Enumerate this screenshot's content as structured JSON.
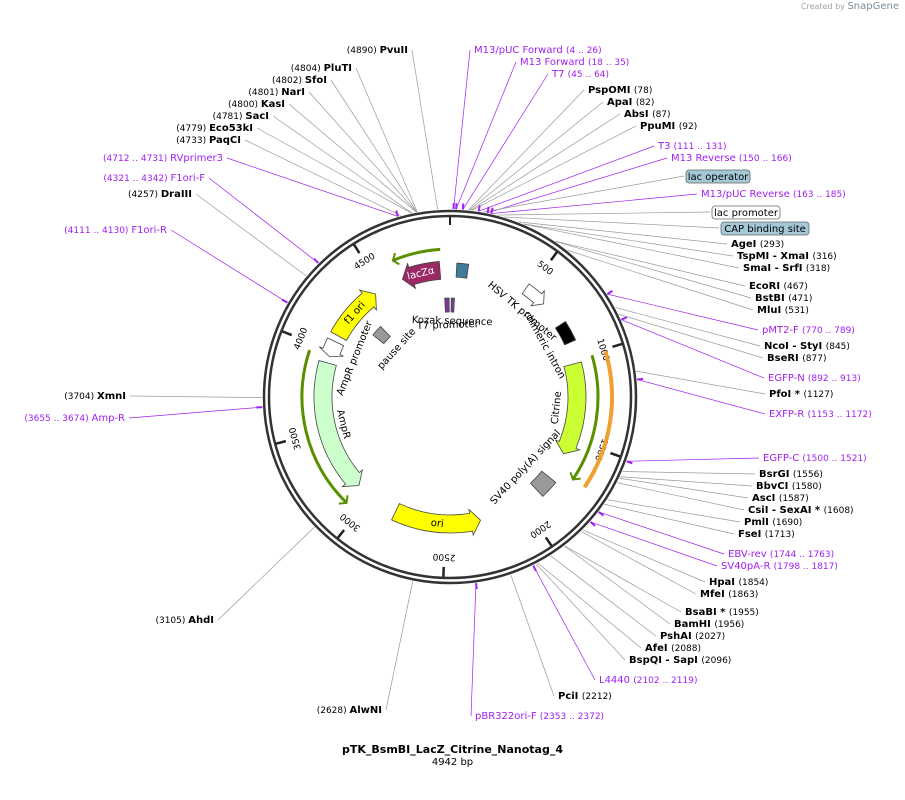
{
  "branding": {
    "created_by": "Created by",
    "product": "SnapGene"
  },
  "plasmid": {
    "name": "pTK_BsmBI_LacZ_Citrine_Nanotag_4",
    "length": 4942,
    "length_label": "4942 bp"
  },
  "ticks": [
    {
      "bp": 500,
      "label": "500"
    },
    {
      "bp": 1000,
      "label": "1000"
    },
    {
      "bp": 1500,
      "label": "1500"
    },
    {
      "bp": 2000,
      "label": "2000"
    },
    {
      "bp": 2500,
      "label": "2500"
    },
    {
      "bp": 3000,
      "label": "3000"
    },
    {
      "bp": 3500,
      "label": "3500"
    },
    {
      "bp": 4000,
      "label": "4000"
    },
    {
      "bp": 4500,
      "label": "4500"
    }
  ],
  "features": [
    {
      "name": "lacZα",
      "start": 4640,
      "end": 4880,
      "strand": -1,
      "color": "#9b2a64",
      "ring": "inner",
      "label": "lacZα"
    },
    {
      "name": "f1 ori",
      "start": 4100,
      "end": 4450,
      "strand": 1,
      "color": "#ffff00",
      "ring": "inner",
      "label": "f1 ori"
    },
    {
      "name": "AmpR promoter",
      "start": 3960,
      "end": 4060,
      "strand": -1,
      "color": "#ffffff",
      "ring": "inner",
      "label": "AmpR promoter"
    },
    {
      "name": "AmpR",
      "start": 3100,
      "end": 3920,
      "strand": -1,
      "color": "#ccffcc",
      "ring": "inner",
      "label": "AmpR"
    },
    {
      "name": "ori",
      "start": 2280,
      "end": 2820,
      "strand": -1,
      "color": "#ffff00",
      "ring": "inner",
      "label": "ori"
    },
    {
      "name": "SV40 poly(A) signal",
      "start": 1770,
      "end": 1880,
      "strand": 0,
      "color": "#999999",
      "ring": "inner",
      "label": "SV40 poly(A) signal"
    },
    {
      "name": "Citrine",
      "start": 1030,
      "end": 1600,
      "strand": 1,
      "color": "#ccff33",
      "ring": "inner",
      "label": "Citrine"
    },
    {
      "name": "chimeric intron",
      "start": 780,
      "end": 900,
      "strand": 0,
      "color": "#000000",
      "ring": "inner",
      "label": "chimeric intron"
    },
    {
      "name": "HSV TK promoter",
      "start": 480,
      "end": 620,
      "strand": 1,
      "color": "#ffffff",
      "ring": "inner",
      "label": "HSV TK promoter"
    },
    {
      "name": "lac promoter box",
      "start": 40,
      "end": 110,
      "strand": 0,
      "color": "#3e7c99",
      "ring": "inner",
      "label": ""
    },
    {
      "name": "pause site",
      "start": 4240,
      "end": 4330,
      "strand": 0,
      "color": "#999999",
      "ring": "inner2",
      "label": "pause site"
    },
    {
      "name": "T7 promoter",
      "start": 4900,
      "end": 4935,
      "strand": 0,
      "color": "#7b3a96",
      "ring": "inner2",
      "label": "T7 promoter"
    },
    {
      "name": "Kozak sequence",
      "start": 10,
      "end": 35,
      "strand": 0,
      "color": "#7b3a96",
      "ring": "inner2",
      "label": "Kozak sequence"
    }
  ],
  "orfs": [
    {
      "start": 4630,
      "end": 4890,
      "strand": -1
    },
    {
      "start": 3080,
      "end": 3960,
      "strand": -1
    },
    {
      "start": 1010,
      "end": 1700,
      "strand": 1
    }
  ],
  "orange_orf": {
    "start": 1010,
    "end": 1700
  },
  "enzymes_right": [
    {
      "name": "PspOMI",
      "pos": "(78)",
      "bp": 78
    },
    {
      "name": "ApaI",
      "pos": "(82)",
      "bp": 82
    },
    {
      "name": "AbsI",
      "pos": "(87)",
      "bp": 87
    },
    {
      "name": "PpuMI",
      "pos": "(92)",
      "bp": 92
    },
    {
      "name": "AgeI",
      "pos": "(293)",
      "bp": 293
    },
    {
      "name": "TspMI - XmaI",
      "pos": "(316)",
      "bp": 316
    },
    {
      "name": "SmaI - SrfI",
      "pos": "(318)",
      "bp": 318
    },
    {
      "name": "EcoRI",
      "pos": "(467)",
      "bp": 467
    },
    {
      "name": "BstBI",
      "pos": "(471)",
      "bp": 471
    },
    {
      "name": "MluI",
      "pos": "(531)",
      "bp": 531
    },
    {
      "name": "NcoI - StyI",
      "pos": "(845)",
      "bp": 845
    },
    {
      "name": "BseRI",
      "pos": "(877)",
      "bp": 877
    },
    {
      "name": "PfoI *",
      "pos": "(1127)",
      "bp": 1127
    },
    {
      "name": "BsrGI",
      "pos": "(1556)",
      "bp": 1556
    },
    {
      "name": "BbvCI",
      "pos": "(1580)",
      "bp": 1580
    },
    {
      "name": "AscI",
      "pos": "(1587)",
      "bp": 1587
    },
    {
      "name": "CsiI - SexAI *",
      "pos": "(1608)",
      "bp": 1608
    },
    {
      "name": "PmlI",
      "pos": "(1690)",
      "bp": 1690
    },
    {
      "name": "FseI",
      "pos": "(1713)",
      "bp": 1713
    },
    {
      "name": "HpaI",
      "pos": "(1854)",
      "bp": 1854
    },
    {
      "name": "MfeI",
      "pos": "(1863)",
      "bp": 1863
    },
    {
      "name": "BsaBI *",
      "pos": "(1955)",
      "bp": 1955
    },
    {
      "name": "BamHI",
      "pos": "(1956)",
      "bp": 1956
    },
    {
      "name": "PshAI",
      "pos": "(2027)",
      "bp": 2027
    },
    {
      "name": "AfeI",
      "pos": "(2088)",
      "bp": 2088
    },
    {
      "name": "BspQI - SapI",
      "pos": "(2096)",
      "bp": 2096
    },
    {
      "name": "PciI",
      "pos": "(2212)",
      "bp": 2212
    }
  ],
  "enzymes_left": [
    {
      "name": "PvuII",
      "pos": "(4890)",
      "bp": 4890
    },
    {
      "name": "PluTI",
      "pos": "(4804)",
      "bp": 4804
    },
    {
      "name": "SfoI",
      "pos": "(4802)",
      "bp": 4802
    },
    {
      "name": "NarI",
      "pos": "(4801)",
      "bp": 4801
    },
    {
      "name": "KasI",
      "pos": "(4800)",
      "bp": 4800
    },
    {
      "name": "SacI",
      "pos": "(4781)",
      "bp": 4781
    },
    {
      "name": "Eco53kI",
      "pos": "(4779)",
      "bp": 4779
    },
    {
      "name": "PaqCI",
      "pos": "(4733)",
      "bp": 4733
    },
    {
      "name": "DraIII",
      "pos": "(4257)",
      "bp": 4257
    },
    {
      "name": "XmnI",
      "pos": "(3704)",
      "bp": 3704
    },
    {
      "name": "AhdI",
      "pos": "(3105)",
      "bp": 3105
    },
    {
      "name": "AlwNI",
      "pos": "(2628)",
      "bp": 2628
    }
  ],
  "primers_right": [
    {
      "name": "M13/pUC Forward",
      "range": "(4 .. 26)",
      "bp": 15
    },
    {
      "name": "M13 Forward",
      "range": "(18 .. 35)",
      "bp": 26
    },
    {
      "name": "T7",
      "range": "(45 .. 64)",
      "bp": 54
    },
    {
      "name": "T3",
      "range": "(111 .. 131)",
      "bp": 121
    },
    {
      "name": "M13 Reverse",
      "range": "(150 .. 166)",
      "bp": 158
    },
    {
      "name": "M13/pUC Reverse",
      "range": "(163 .. 185)",
      "bp": 174
    },
    {
      "name": "pMT2-F",
      "range": "(770 .. 789)",
      "bp": 780
    },
    {
      "name": "EGFP-N",
      "range": "(892 .. 913)",
      "bp": 902
    },
    {
      "name": "EXFP-R",
      "range": "(1153 .. 1172)",
      "bp": 1162
    },
    {
      "name": "EGFP-C",
      "range": "(1500 .. 1521)",
      "bp": 1510
    },
    {
      "name": "EBV-rev",
      "range": "(1744 .. 1763)",
      "bp": 1753
    },
    {
      "name": "SV40pA-R",
      "range": "(1798 .. 1817)",
      "bp": 1807
    },
    {
      "name": "L4440",
      "range": "(2102 .. 2119)",
      "bp": 2110
    },
    {
      "name": "pBR322ori-F",
      "range": "(2353 .. 2372)",
      "bp": 2362
    }
  ],
  "primers_left": [
    {
      "name": "RVprimer3",
      "range": "(4712 .. 4731)",
      "bp": 4721
    },
    {
      "name": "F1ori-F",
      "range": "(4321 .. 4342)",
      "bp": 4331
    },
    {
      "name": "F1ori-R",
      "range": "(4111 .. 4130)",
      "bp": 4120
    },
    {
      "name": "Amp-R",
      "range": "(3655 .. 3674)",
      "bp": 3664
    }
  ],
  "box_labels": [
    {
      "name": "lac operator",
      "bp": 140,
      "fill": "#a4c8d6"
    },
    {
      "name": "lac promoter",
      "bp": 200,
      "fill": "#ffffff"
    },
    {
      "name": "CAP binding site",
      "bp": 230,
      "fill": "#a4c8d6"
    }
  ]
}
